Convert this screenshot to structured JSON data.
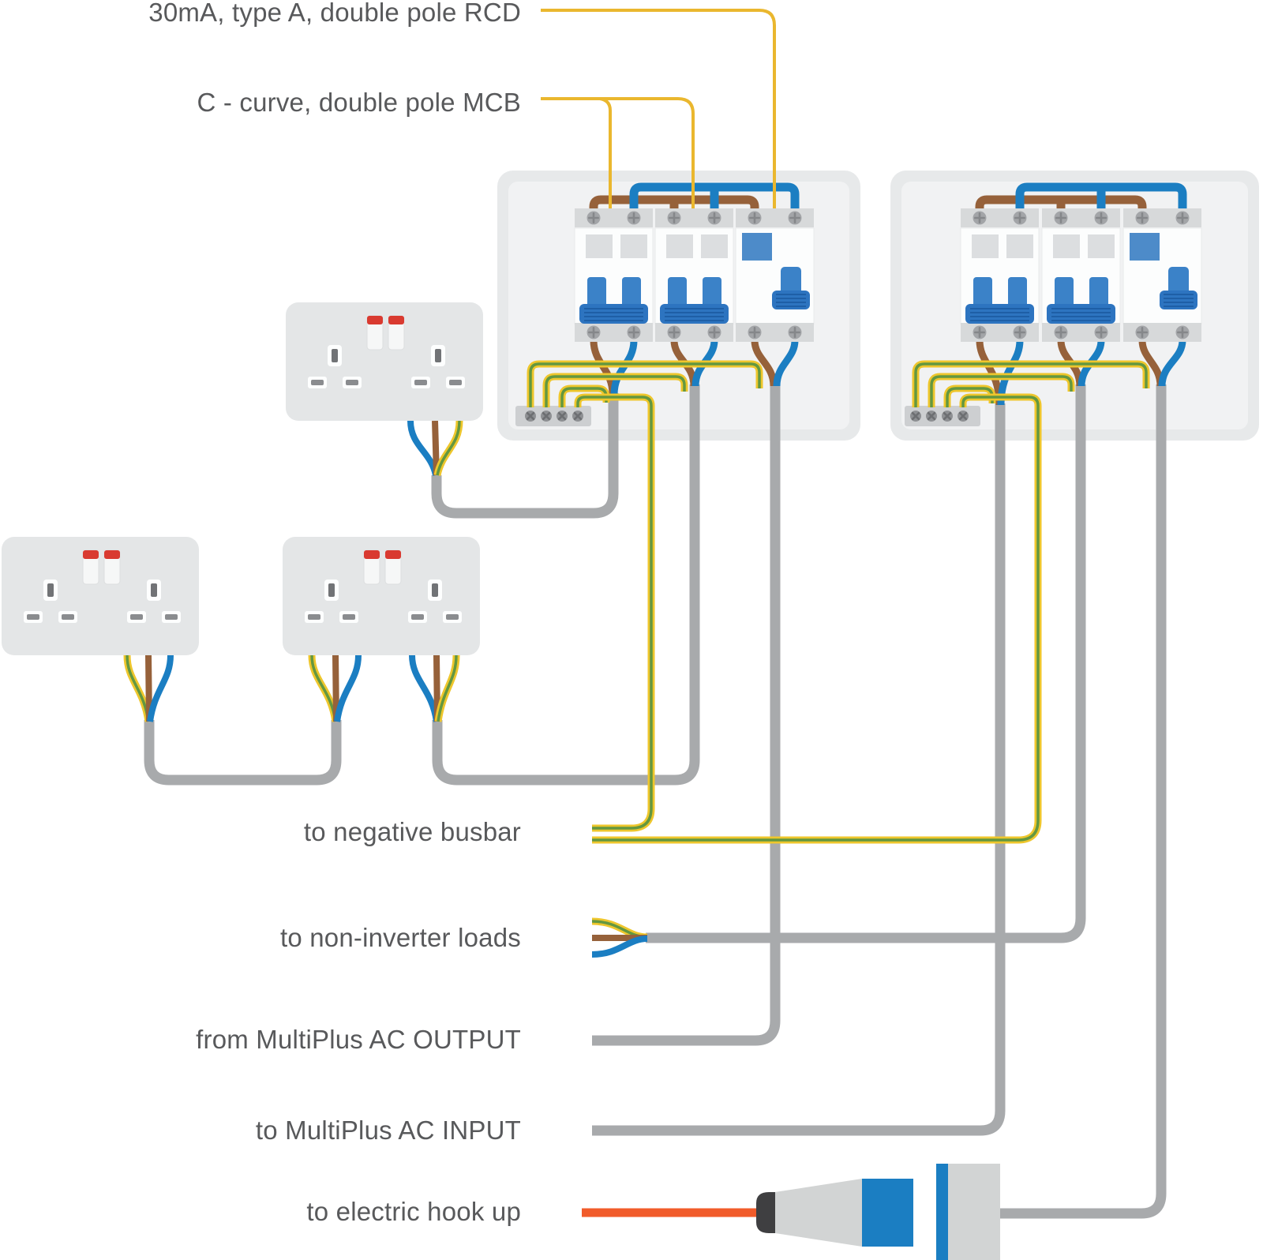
{
  "labels": {
    "rcd_note": "30mA, type A, double pole RCD",
    "mcb_note": "C - curve, double pole MCB",
    "negative_busbar": "to negative busbar",
    "non_inverter_loads": "to non-inverter loads",
    "multiplus_ac_output": "from MultiPlus AC OUTPUT",
    "multiplus_ac_input": "to MultiPlus AC INPUT",
    "electric_hook_up": "to electric hook up"
  },
  "colors": {
    "label_text": "#58595b",
    "leader_yellow": "#eab72e",
    "wire_live_brown": "#96613a",
    "wire_neutral_blue": "#1b7ec2",
    "wire_earth_yellow": "#eec62c",
    "wire_earth_green": "#639740",
    "cable_grey": "#a8aaac",
    "cable_orange": "#f15b2a",
    "unit_body": "#e7e9ea",
    "unit_panel": "#f1f2f3",
    "breaker_plate": "#d7d9da",
    "breaker_body": "#fcfdfd",
    "breaker_window": "#dcdee0",
    "rcd_window_blue": "#4d8bc9",
    "toggle_blue": "#2d74c0",
    "toggle_stem_blue": "#3b82c8",
    "toggle_ridge": "#1e5fa6",
    "socket_body": "#e4e6e7",
    "switch_red": "#d93a30",
    "switch_white": "#f6f7f7",
    "slot_bar": "#8a8c8f",
    "earth_slot_bar": "#717376",
    "screw": "#a3a5a8",
    "screw_cross": "#85878a",
    "strip_grey": "#cdcfd1",
    "strip_screw": "#8e9093",
    "strip_screw_cross": "#6d6f72",
    "plug_grey": "#d2d4d4",
    "plug_blue": "#1b7ec2",
    "plug_tip": "#3f3f41"
  },
  "components": {
    "consumer_unit_1": {
      "breakers": [
        "double-pole-mcb",
        "double-pole-mcb",
        "double-pole-rcd"
      ]
    },
    "consumer_unit_2": {
      "breakers": [
        "double-pole-mcb",
        "double-pole-mcb",
        "double-pole-rcd"
      ]
    },
    "sockets": [
      "double-socket-1",
      "double-socket-2",
      "double-socket-3"
    ],
    "plug": "electric-hook-up-connector"
  }
}
